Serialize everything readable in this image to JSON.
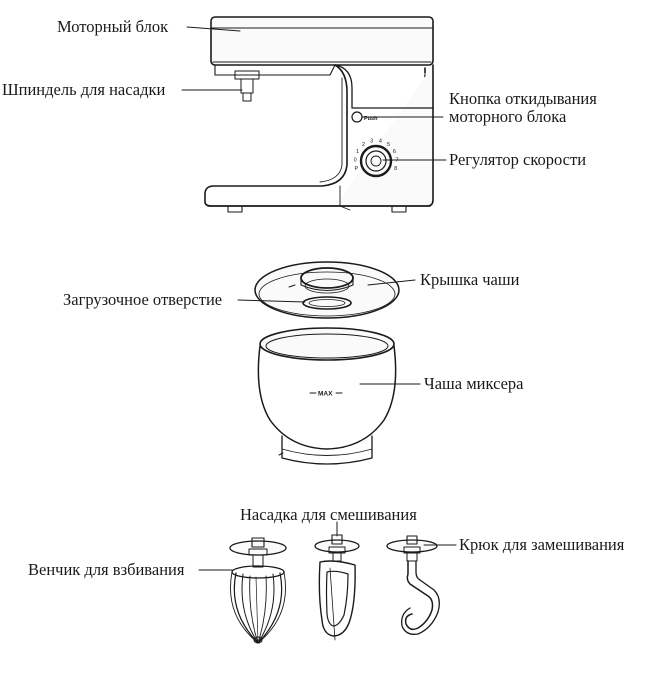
{
  "labels": {
    "motor_block": "Моторный блок",
    "attachment_spindle": "Шпиндель для насадки",
    "tilt_button": "Кнопка откидывания моторного блока",
    "tilt_button_line1": "Кнопка откидывания",
    "tilt_button_line2": "моторного блока",
    "speed_control": "Регулятор скорости",
    "bowl_lid": "Крышка чаши",
    "loading_opening": "Загрузочное отверстие",
    "mixer_bowl": "Чаша миксера",
    "mixing_attachment": "Насадка для смешивания",
    "dough_hook": "Крюк для замешивания",
    "whisk": "Венчик для взбивания"
  },
  "device_marks": {
    "push": "Push",
    "max": "MAX",
    "speed_digits": [
      "P",
      "0",
      "1",
      "2",
      "3",
      "4",
      "5",
      "6",
      "7",
      "8"
    ]
  }
}
